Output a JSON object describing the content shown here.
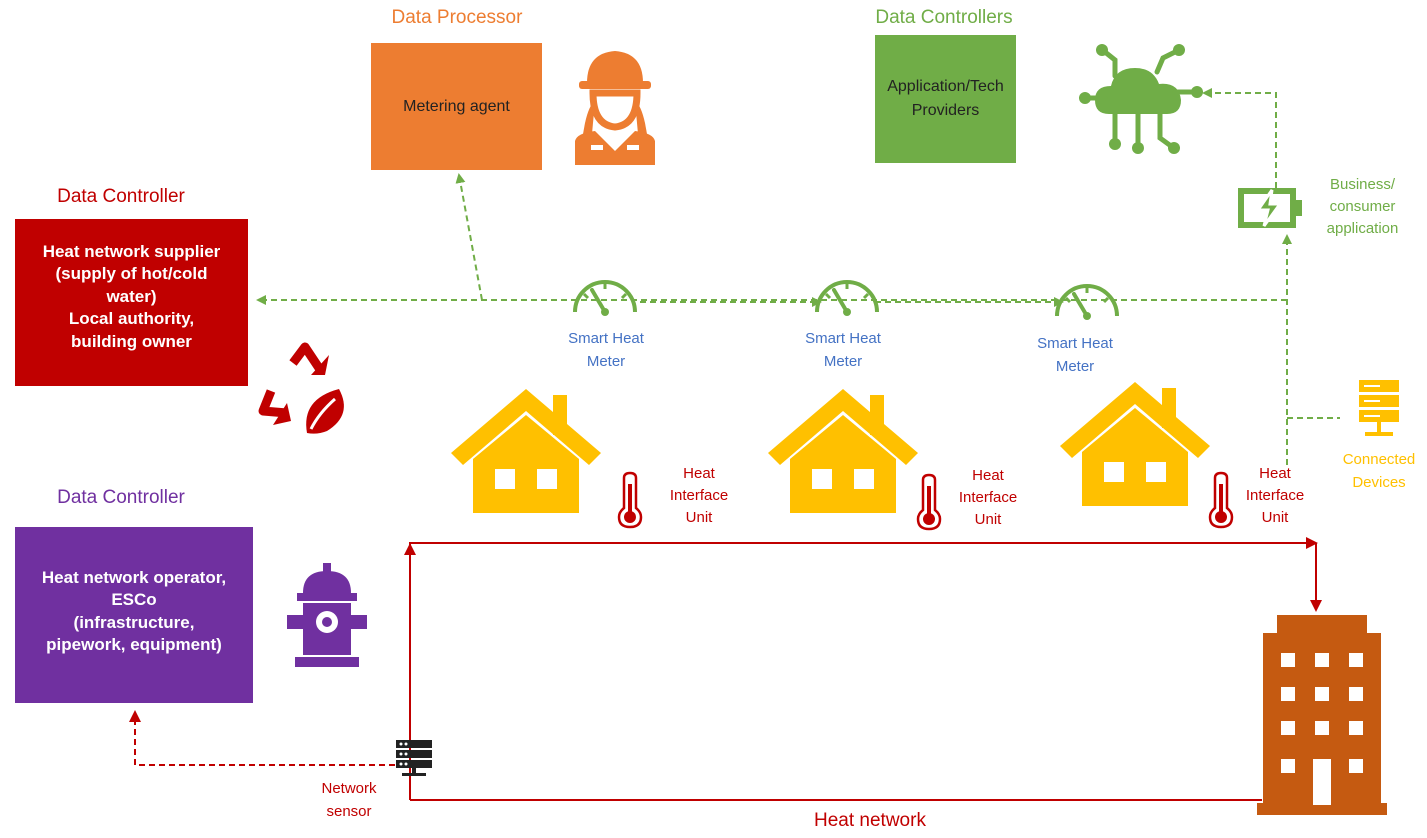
{
  "colors": {
    "orange": "#ED7D31",
    "green": "#70AD47",
    "red": "#C00000",
    "purple": "#7030A0",
    "blue": "#4472C4",
    "yellow": "#FFC000",
    "brown": "#C55A11",
    "flow_red": "#D32F2F"
  },
  "headings": {
    "processor": "Data Processor",
    "controllers": "Data Controllers",
    "controller_red": "Data Controller",
    "controller_purple": "Data Controller"
  },
  "boxes": {
    "metering": "Metering agent",
    "application": "Application/Tech\nProviders",
    "supplier": "Heat network supplier\n(supply of hot/cold\nwater)\nLocal authority,\nbuilding owner",
    "operator": "Heat network operator,\nESCo\n(infrastructure,\npipework, equipment)"
  },
  "labels": {
    "meter_1": "Smart Heat\nMeter",
    "meter_2": "Smart Heat\nMeter",
    "meter_3": "Smart Heat\nMeter",
    "hiu_1": "Heat\nInterface\nUnit",
    "hiu_2": "Heat\nInterface\nUnit",
    "hiu_3": "Heat\nInterface\nUnit",
    "business": "Business/\nconsumer\napplication",
    "connected": "Connected\nDevices",
    "network_sensor": "Network\nsensor",
    "heat_network": "Heat network"
  },
  "icons": {
    "worker": "worker-icon",
    "cloud": "cloud-network-icon",
    "recycle": "recycle-leaf-icon",
    "hydrant": "fire-hydrant-icon",
    "battery": "battery-charging-icon",
    "server_connected": "server-icon",
    "server_sensor": "server-rack-icon",
    "house": "house-icon",
    "thermometer": "thermometer-icon",
    "meter": "gauge-icon",
    "building": "building-icon"
  }
}
